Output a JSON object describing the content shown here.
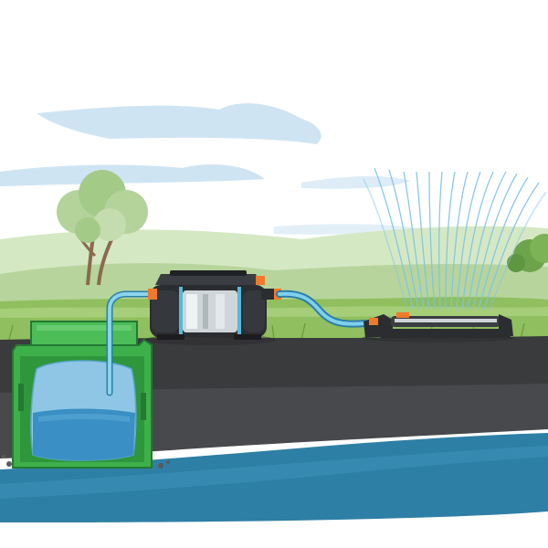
{
  "scene": {
    "colors": {
      "sky": "#ffffff",
      "cloud": "#cfe4f2",
      "hill_far": "#d5e8c4",
      "hill_mid": "#b7d49c",
      "grass": "#8fbf5e",
      "soil_dark": "#3a3b3d",
      "soil_mid": "#48494c",
      "water_table": "#2e7fa5",
      "tank_green": "#3eb04a",
      "tank_dark": "#237a32",
      "tank_water": "#8fc6e6",
      "pump_body": "#2b2d30",
      "pump_steel": "#cfd6da",
      "hose": "#58b9d8",
      "accent_orange": "#f07a2a",
      "spray": "#7ec3e6"
    },
    "components": {
      "tank": "underground-water-tank",
      "pump": "garden-pump",
      "hose": "garden-hose",
      "sprinkler": "oscillating-sprinkler",
      "tree": "tree"
    },
    "spray_jets": 16
  }
}
